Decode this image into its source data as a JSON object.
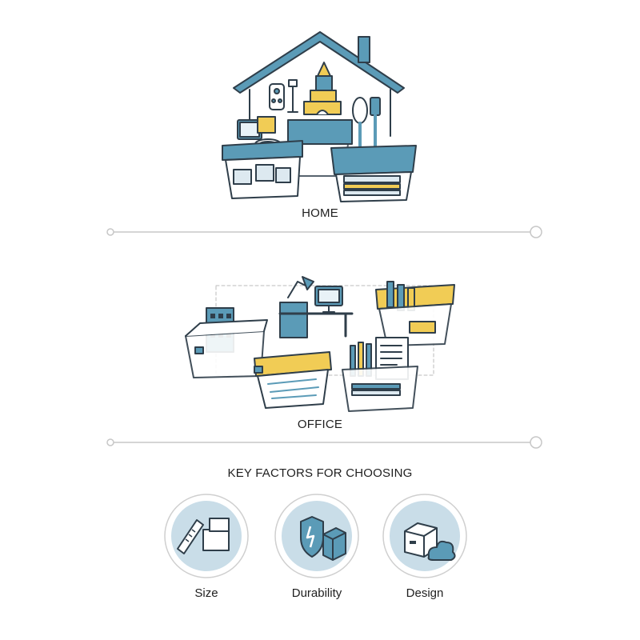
{
  "sections": [
    {
      "id": "home",
      "label": "HOME"
    },
    {
      "id": "office",
      "label": "OFFICE"
    }
  ],
  "factors": {
    "title": "KEY FACTORS FOR CHOOSING",
    "items": [
      {
        "label": "Size",
        "icon": "ruler-boxes-icon"
      },
      {
        "label": "Durability",
        "icon": "shield-cube-icon"
      },
      {
        "label": "Design",
        "icon": "box-cloud-icon"
      }
    ]
  },
  "colors": {
    "primary": "#5b9bb7",
    "accent": "#f1cc55",
    "outline": "#2f3e4a",
    "circle": "#c9dde8"
  }
}
